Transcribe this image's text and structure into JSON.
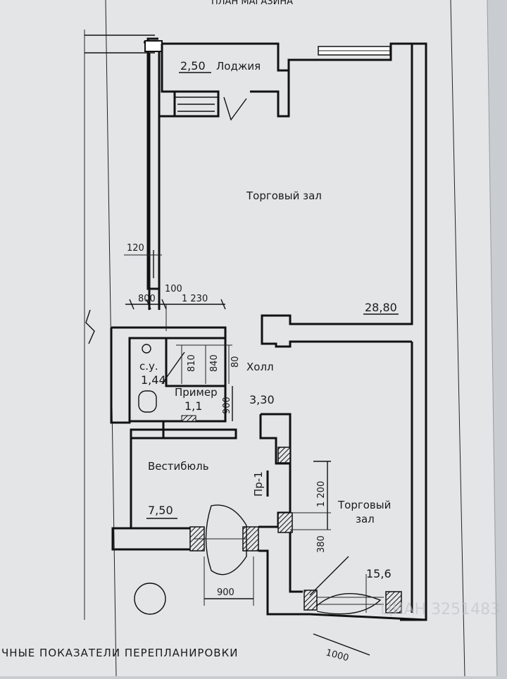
{
  "plan": {
    "title": "ПЛАН МАГАЗИНА",
    "footer": "ЧНЫЕ ПОКАЗАТЕЛИ ПЕРЕПЛАНИРОВКИ",
    "rooms": {
      "loggia": {
        "label": "Лоджия",
        "area": "2,50"
      },
      "hall_main": {
        "label": "Торговый зал",
        "area": "28,80"
      },
      "wc": {
        "label": "с.у.",
        "area": "1,44"
      },
      "storage": {
        "label": "Пример",
        "area": "1,1"
      },
      "corridor": {
        "label": "Холл",
        "area": "3,30"
      },
      "vestibule": {
        "label": "Вестибюль",
        "area": "7,50"
      },
      "hall_small_line1": "Торговый",
      "hall_small_line2": "зал",
      "hall_small_area": "15,6"
    },
    "dimensions": {
      "d120": "120",
      "d800": "800",
      "d100": "100",
      "d1230": "1 230",
      "d810": "810",
      "d840": "840",
      "d80": "80",
      "d900v": "900",
      "d1200": "1 200",
      "d380": "380",
      "d900h": "900",
      "d1000": "1000"
    },
    "opening_label": "Пр-1",
    "watermark": "ЦИАН 3251483"
  }
}
